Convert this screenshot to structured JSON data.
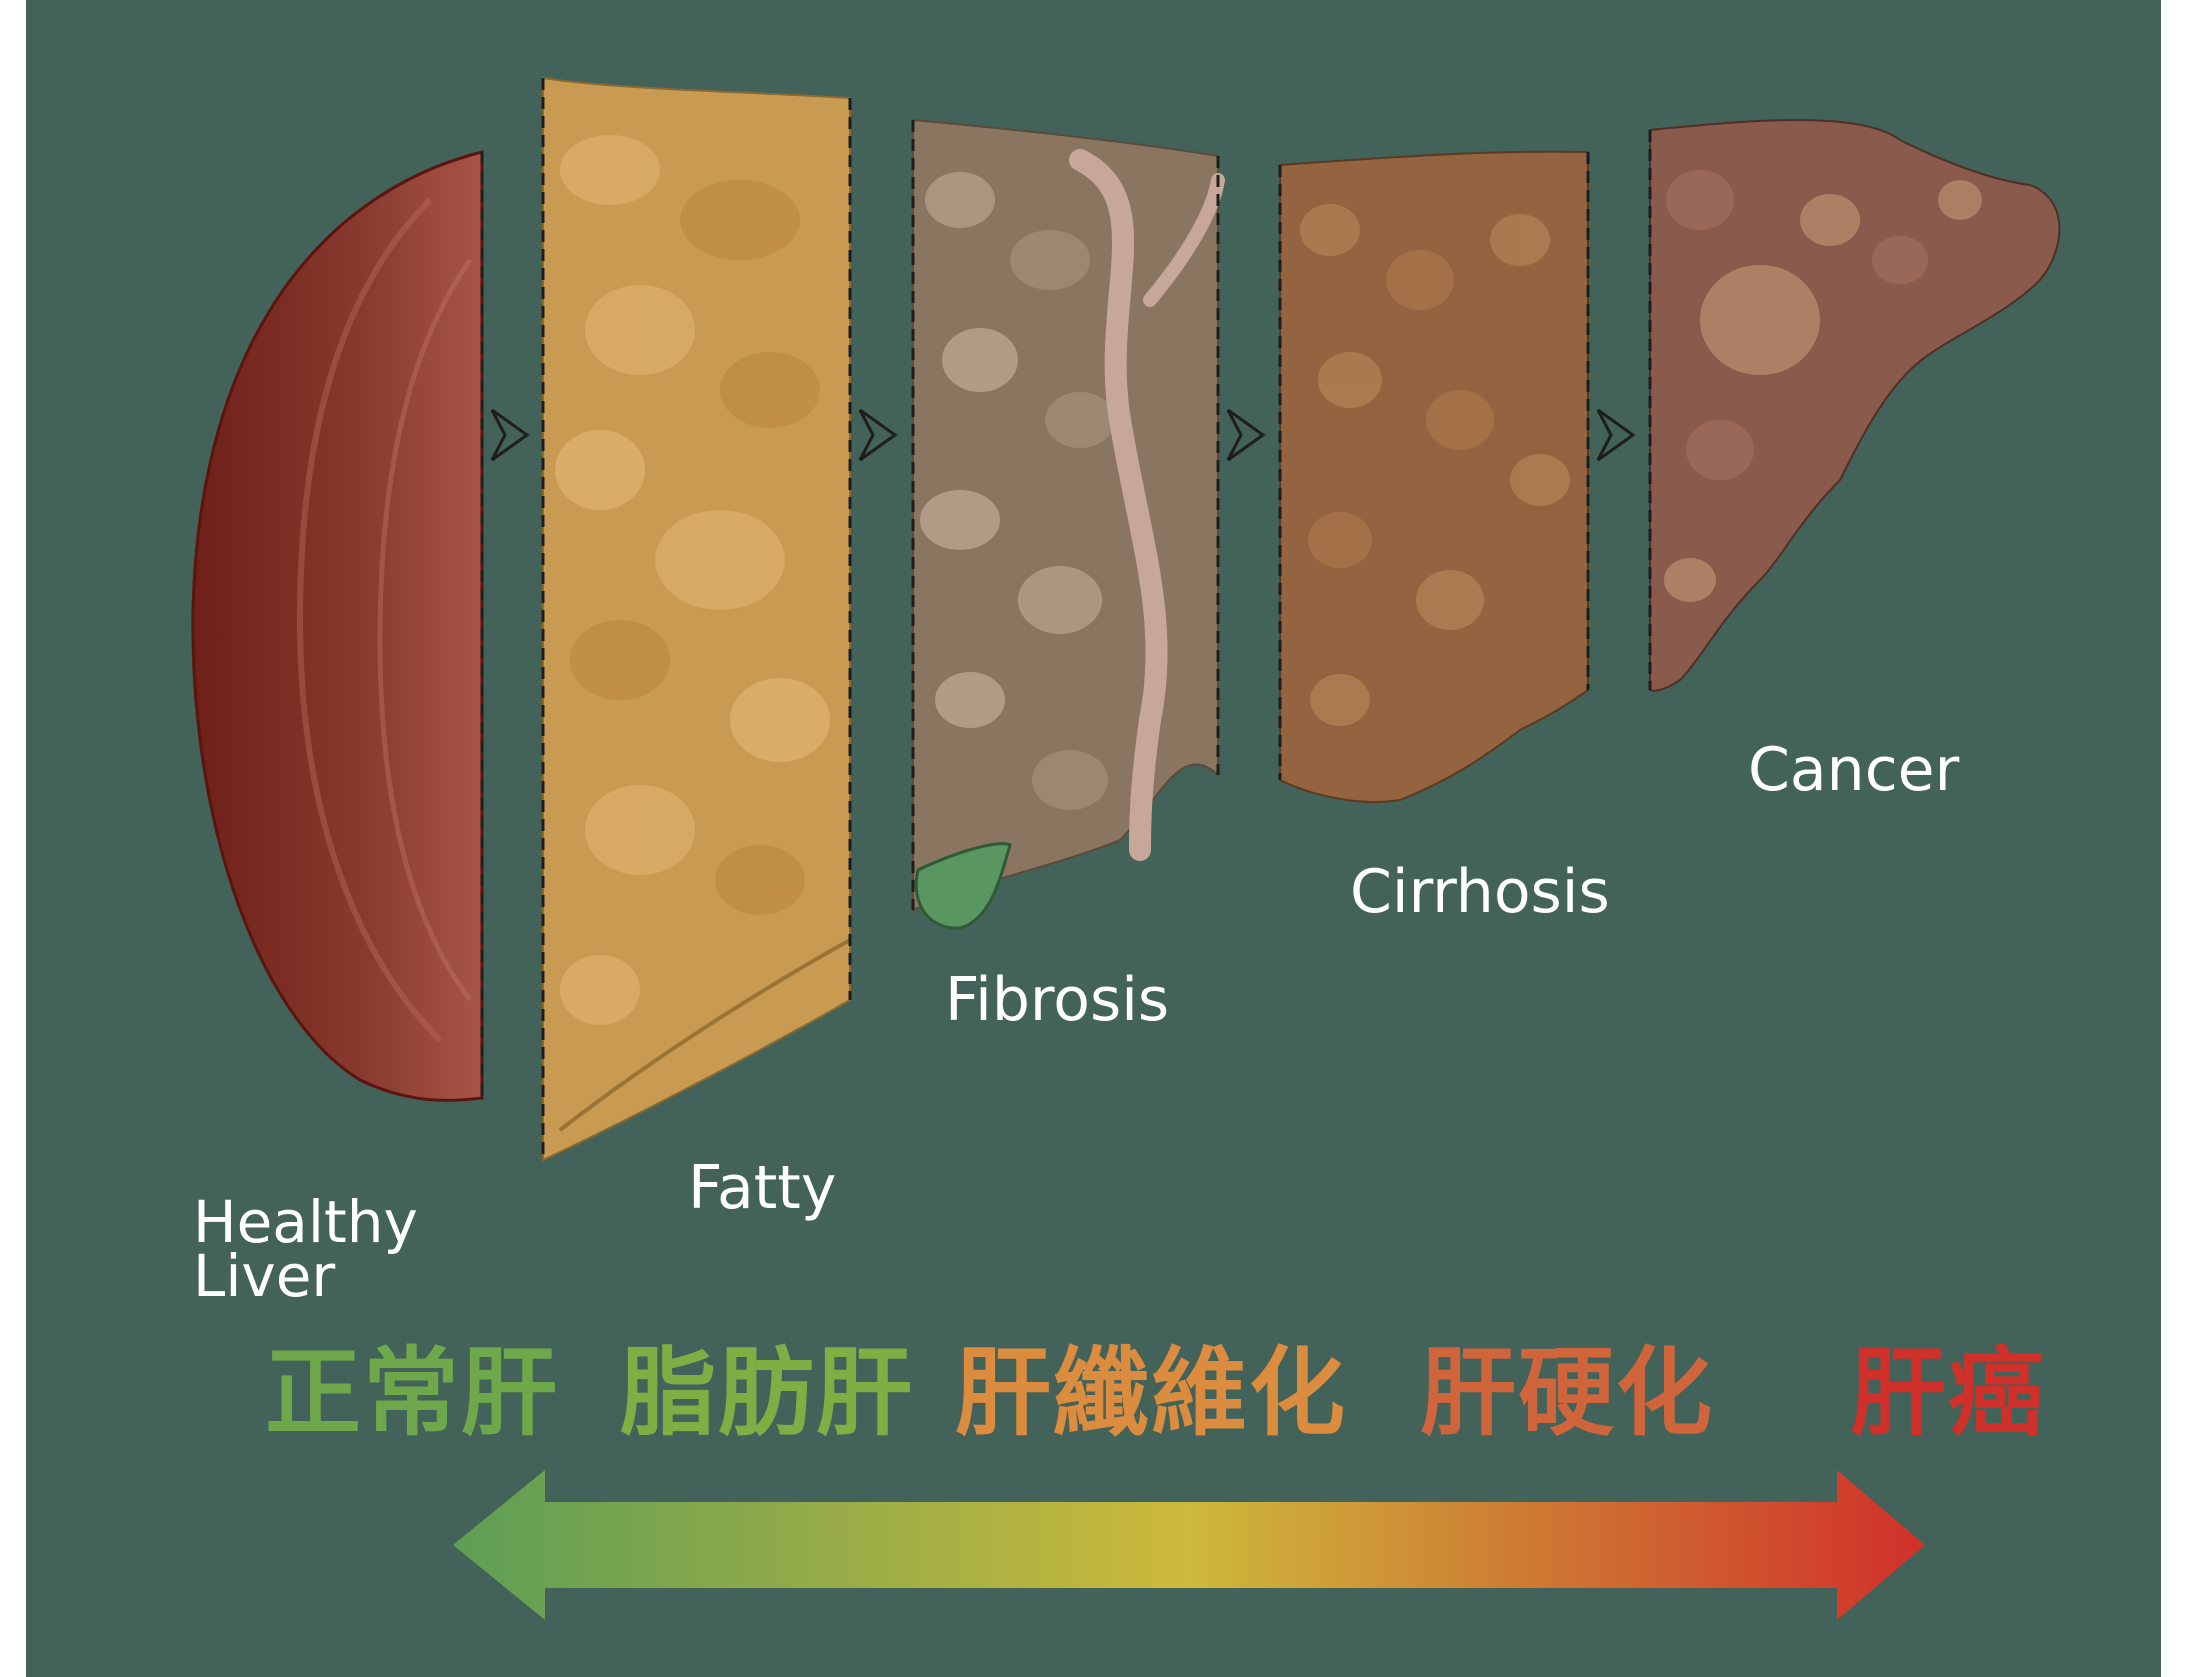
{
  "stages": [
    {
      "en": "Healthy\nLiver",
      "zh": "正常肝",
      "zh_color": "#6fa84a",
      "fill": "#7a2a22"
    },
    {
      "en": "Fatty",
      "zh": "脂肪肝",
      "zh_color": "#7fae45",
      "fill": "#c99a52"
    },
    {
      "en": "Fibrosis",
      "zh": "肝纖維化",
      "zh_color": "#dc8c3e",
      "fill": "#8a7560"
    },
    {
      "en": "Cirrhosis",
      "zh": "肝硬化",
      "zh_color": "#d0643a",
      "fill": "#93643f"
    },
    {
      "en": "Cancer",
      "zh": "肝癌",
      "zh_color": "#d0302a",
      "fill": "#8a5a4c"
    }
  ],
  "colors": {
    "background": "#42625a",
    "arrow_start": "#5d9e55",
    "arrow_mid": "#cdb93b",
    "arrow_end": "#d0302a",
    "gallbladder": "#5a9660",
    "duct": "#c7a79a"
  },
  "icons": [
    "stage-arrow-icon",
    "double-arrow-icon"
  ]
}
